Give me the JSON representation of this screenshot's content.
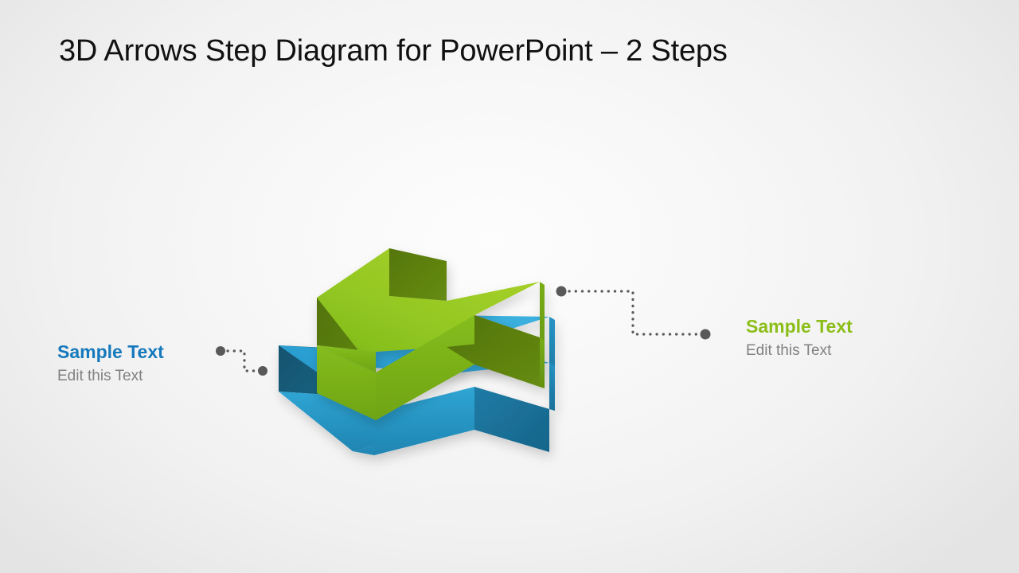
{
  "slide": {
    "title": "3D Arrows Step Diagram for PowerPoint – 2 Steps",
    "background_color": "#f2f2f2",
    "title_color": "#111111"
  },
  "diagram": {
    "name": "3d-arrows-step-diagram",
    "step_count": 2,
    "arrows": [
      {
        "id": "green-arrow",
        "step": 1,
        "direction": "right",
        "position": "upper",
        "top_face_color": "#8cc220",
        "top_face_gradient_start": "#a8ce2a",
        "top_face_gradient_end": "#76b818",
        "side_face_color": "#6f9a14",
        "back_face_color": "#4f6f0d",
        "label_ref": "right"
      },
      {
        "id": "blue-arrow",
        "step": 2,
        "direction": "right",
        "position": "lower",
        "top_face_color": "#2a9fd0",
        "top_face_gradient_start": "#35abdc",
        "top_face_gradient_end": "#1c85b8",
        "side_face_color": "#1b7fae",
        "back_face_color": "#175d7d",
        "label_ref": "left"
      }
    ]
  },
  "connectors": [
    {
      "id": "left-connector",
      "style": "dotted",
      "color": "#595959",
      "start_dot": true,
      "end_dot": true
    },
    {
      "id": "right-connector",
      "style": "dotted",
      "color": "#595959",
      "start_dot": true,
      "end_dot": true
    }
  ],
  "callouts": {
    "left": {
      "title": "Sample Text",
      "title_color": "#1579bd",
      "subtitle": "Edit this Text",
      "subtitle_color": "#808080"
    },
    "right": {
      "title": "Sample Text",
      "title_color": "#8cbe18",
      "subtitle": "Edit this Text",
      "subtitle_color": "#808080"
    }
  }
}
